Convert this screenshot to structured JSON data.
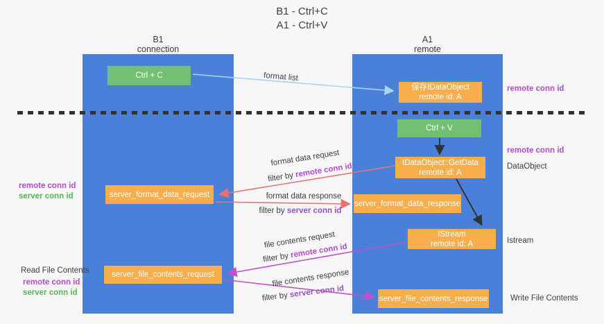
{
  "title": {
    "line1": "B1 - Ctrl+C",
    "line2": "A1 - Ctrl+V"
  },
  "lanes": {
    "left": {
      "name": "B1",
      "subtitle": "connection"
    },
    "right": {
      "name": "A1",
      "subtitle": "remote"
    }
  },
  "boxes": {
    "ctrl_c": "Ctrl + C",
    "ctrl_v": "Ctrl + V",
    "save_idataobject": {
      "line1": "保存IDataObject",
      "line2": "remote id: A"
    },
    "getdata": {
      "line1": "IDataObject::GetData",
      "line2": "remote id: A"
    },
    "istream": {
      "line1": "IStream",
      "line2": "remote id: A"
    },
    "server_format_data_request": "server_format_data_request",
    "server_format_data_response": "server_format_data_response",
    "server_file_contents_request": "server_file_contents_request",
    "server_file_contents_response": "server_file_contents_response"
  },
  "flow_labels": {
    "format_list": "format list",
    "format_data_request": "format data request",
    "format_data_response": "format data response",
    "file_contents_request": "file contents request",
    "file_contents_response": "file contents response",
    "filter_by": "filter by",
    "remote_conn_id": "remote conn id",
    "server_conn_id": "server conn id"
  },
  "annotations": {
    "right_remote_conn_id_top": "remote conn id",
    "right_remote_conn_id_mid": "remote conn id",
    "dataobject": "DataObject",
    "istream": "Istream",
    "write_file_contents": "Write File Contents",
    "left_remote_conn_id_top": "remote conn id",
    "left_server_conn_id_top": "server conn id",
    "read_file_contents": "Read File Contents",
    "left_remote_conn_id_bottom": "remote conn id",
    "left_server_conn_id_bottom": "server conn id"
  },
  "colors": {
    "lane": "#4a80d8",
    "green": "#71c074",
    "orange": "#f9ae4d",
    "magenta": "#b44bd2",
    "purple": "#9350c8",
    "green_txt": "#56b556",
    "arrow_blue": "#a9d3ee",
    "arrow_salmon": "#e87272",
    "arrow_magenta": "#c44fc8",
    "arrow_black": "#323232"
  }
}
